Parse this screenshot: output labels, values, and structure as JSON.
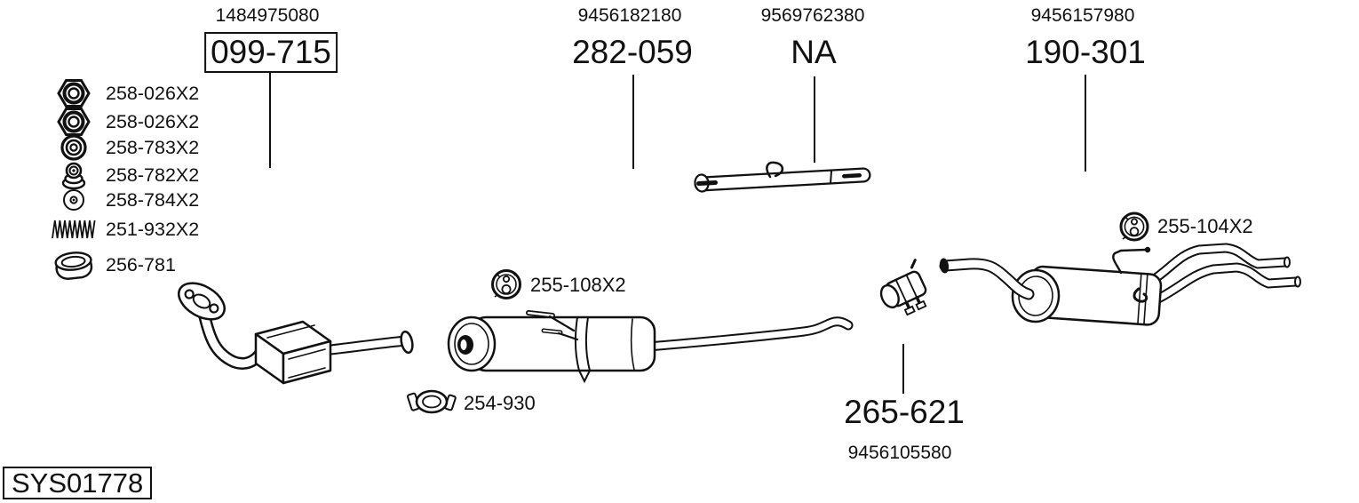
{
  "colors": {
    "ink": "#111111",
    "background": "#ffffff"
  },
  "callouts": [
    {
      "ref": "1484975080",
      "part": "099-715",
      "boxed": true
    },
    {
      "ref": "9456182180",
      "part": "282-059",
      "boxed": false
    },
    {
      "ref": "9569762380",
      "part": "NA",
      "boxed": false
    },
    {
      "ref": "9456157980",
      "part": "190-301",
      "boxed": false
    },
    {
      "ref": "9456105580",
      "part": "265-621",
      "boxed": false
    }
  ],
  "hardware_list": [
    {
      "icon": "hex-nut-icon",
      "label": "258-026X2"
    },
    {
      "icon": "hex-nut-icon",
      "label": "258-026X2"
    },
    {
      "icon": "washer-icon",
      "label": "258-783X2"
    },
    {
      "icon": "grommet-icon",
      "label": "258-782X2"
    },
    {
      "icon": "flat-washer-icon",
      "label": "258-784X2"
    },
    {
      "icon": "spring-icon",
      "label": "251-932X2"
    },
    {
      "icon": "gasket-ring-icon",
      "label": "256-781"
    }
  ],
  "part_labels": {
    "hanger_middle": "255-108X2",
    "clamp_middle": "254-930",
    "hanger_rear": "255-104X2"
  },
  "diagram_code": "SYS01778"
}
